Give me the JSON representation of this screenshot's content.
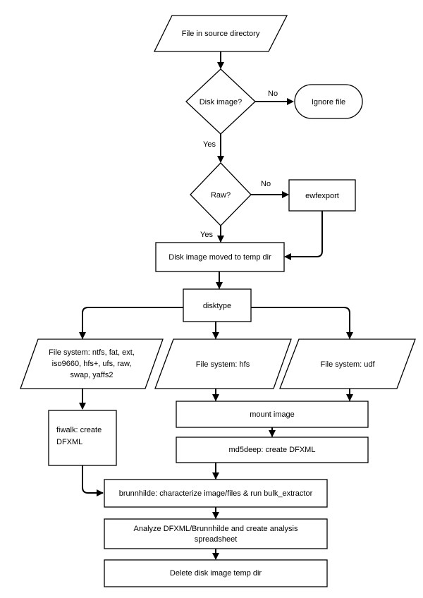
{
  "nodes": {
    "source": "File in source directory",
    "disk_image_q": "Disk image?",
    "ignore": "Ignore file",
    "raw_q": "Raw?",
    "ewfexport": "ewfexport",
    "moved": "Disk image moved to temp dir",
    "disktype": "disktype",
    "fs_ntfs_lines": [
      "File system: ntfs, fat, ext,",
      "iso9660, hfs+, ufs, raw,",
      "swap, yaffs2"
    ],
    "fs_hfs": "File system: hfs",
    "fs_udf": "File system: udf",
    "fiwalk_lines": [
      "fiwalk: create",
      "DFXML"
    ],
    "mount": "mount image",
    "md5deep": "md5deep: create DFXML",
    "brunnhilde": "brunnhilde: characterize image/files & run bulk_extractor",
    "analyze_lines": [
      "Analyze DFXML/Brunnhilde and create analysis",
      "spreadsheet"
    ],
    "delete": "Delete disk image temp dir"
  },
  "edge_labels": {
    "no_1": "No",
    "yes_1": "Yes",
    "no_2": "No",
    "yes_2": "Yes"
  }
}
